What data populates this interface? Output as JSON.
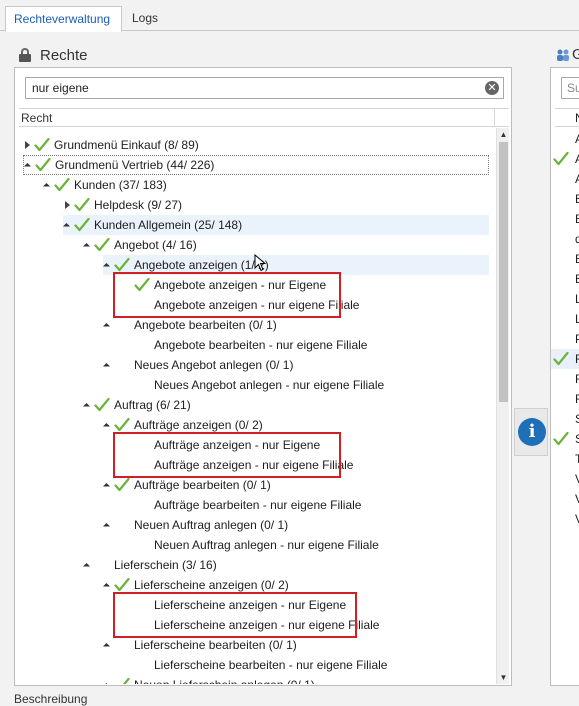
{
  "tabs": [
    {
      "label": "Rechteverwaltung",
      "active": true
    },
    {
      "label": "Logs",
      "active": false
    }
  ],
  "left_panel": {
    "title": "Rechte",
    "title_icon": "lock-icon",
    "search_value": "nur eigene",
    "column_header": "Recht"
  },
  "tree": [
    {
      "label": "Grundmenü Einkauf (8/ 89)",
      "level": 0,
      "arrow": "right",
      "checked": true
    },
    {
      "label": "Grundmenü Vertrieb (44/ 226)",
      "level": 0,
      "arrow": "down",
      "checked": true,
      "selected": true
    },
    {
      "label": "Kunden (37/ 183)",
      "level": 1,
      "arrow": "down",
      "checked": true
    },
    {
      "label": "Helpdesk (9/ 27)",
      "level": 2,
      "arrow": "right",
      "checked": true
    },
    {
      "label": "Kunden Allgemein (25/ 148)",
      "level": 2,
      "arrow": "down",
      "checked": true,
      "highlight": true
    },
    {
      "label": "Angebot (4/ 16)",
      "level": 3,
      "arrow": "down",
      "checked": true
    },
    {
      "label": "Angebote anzeigen (1/ 2)",
      "level": 4,
      "arrow": "down",
      "checked": true,
      "highlight": true
    },
    {
      "label": "Angebote anzeigen - nur Eigene",
      "level": 5,
      "arrow": "none",
      "checked": true
    },
    {
      "label": "Angebote anzeigen - nur eigene Filiale",
      "level": 5,
      "arrow": "none",
      "checked": false
    },
    {
      "label": "Angebote bearbeiten (0/ 1)",
      "level": 4,
      "arrow": "down",
      "checked": false
    },
    {
      "label": "Angebote bearbeiten - nur eigene Filiale",
      "level": 5,
      "arrow": "none",
      "checked": false
    },
    {
      "label": "Neues Angebot anlegen (0/ 1)",
      "level": 4,
      "arrow": "down",
      "checked": false
    },
    {
      "label": "Neues Angebot anlegen - nur eigene Filiale",
      "level": 5,
      "arrow": "none",
      "checked": false
    },
    {
      "label": "Auftrag (6/ 21)",
      "level": 3,
      "arrow": "down",
      "checked": true
    },
    {
      "label": "Aufträge anzeigen (0/ 2)",
      "level": 4,
      "arrow": "down",
      "checked": true
    },
    {
      "label": "Aufträge anzeigen - nur Eigene",
      "level": 5,
      "arrow": "none",
      "checked": false
    },
    {
      "label": "Aufträge anzeigen - nur eigene Filiale",
      "level": 5,
      "arrow": "none",
      "checked": false
    },
    {
      "label": "Aufträge bearbeiten (0/ 1)",
      "level": 4,
      "arrow": "down",
      "checked": true
    },
    {
      "label": "Aufträge bearbeiten - nur eigene Filiale",
      "level": 5,
      "arrow": "none",
      "checked": false
    },
    {
      "label": "Neuen Auftrag anlegen (0/ 1)",
      "level": 4,
      "arrow": "down",
      "checked": false
    },
    {
      "label": "Neuen Auftrag anlegen - nur eigene Filiale",
      "level": 5,
      "arrow": "none",
      "checked": false
    },
    {
      "label": "Lieferschein (3/ 16)",
      "level": 3,
      "arrow": "down",
      "checked": false
    },
    {
      "label": "Lieferscheine anzeigen (0/ 2)",
      "level": 4,
      "arrow": "down",
      "checked": true
    },
    {
      "label": "Lieferscheine anzeigen - nur Eigene",
      "level": 5,
      "arrow": "none",
      "checked": false
    },
    {
      "label": "Lieferscheine anzeigen - nur eigene Filiale",
      "level": 5,
      "arrow": "none",
      "checked": false
    },
    {
      "label": "Lieferscheine bearbeiten (0/ 1)",
      "level": 4,
      "arrow": "down",
      "checked": false
    },
    {
      "label": "Lieferscheine bearbeiten - nur eigene Filiale",
      "level": 5,
      "arrow": "none",
      "checked": false
    },
    {
      "label": "Neuen Lieferschein anlegen (0/ 1)",
      "level": 4,
      "arrow": "down",
      "checked": true
    }
  ],
  "right_panel": {
    "title": "G",
    "search_placeholder": "Su",
    "column_header": "N",
    "rows": [
      {
        "text": "A",
        "checked": false
      },
      {
        "text": "A",
        "checked": true
      },
      {
        "text": "A",
        "checked": false
      },
      {
        "text": "B",
        "checked": false
      },
      {
        "text": "B",
        "checked": false
      },
      {
        "text": "d",
        "checked": false
      },
      {
        "text": "E",
        "checked": false
      },
      {
        "text": "E",
        "checked": false
      },
      {
        "text": "L",
        "checked": false
      },
      {
        "text": "L",
        "checked": false
      },
      {
        "text": "P",
        "checked": false
      },
      {
        "text": "F",
        "checked": true,
        "selected": true
      },
      {
        "text": "F",
        "checked": false
      },
      {
        "text": "F",
        "checked": false
      },
      {
        "text": "S",
        "checked": false
      },
      {
        "text": "S",
        "checked": true
      },
      {
        "text": "T",
        "checked": false
      },
      {
        "text": "V",
        "checked": false
      },
      {
        "text": "V",
        "checked": false
      },
      {
        "text": "V",
        "checked": false
      }
    ]
  },
  "info_button": "i",
  "description_label": "Beschreibung",
  "colors": {
    "check": "#6bb33a",
    "highlight_box": "#d21f26",
    "info": "#1f6fb8"
  }
}
